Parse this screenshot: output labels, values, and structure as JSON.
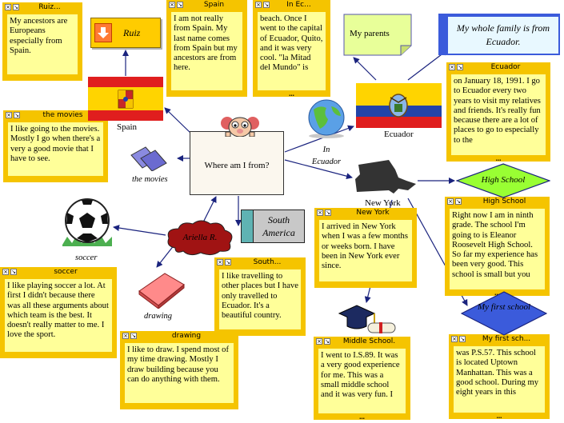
{
  "center": {
    "label": "Where am I from?"
  },
  "topics": {
    "ruiz": "Ruiz",
    "spain": "Spain",
    "ecuador": "Ecuador",
    "in_ecuador": "In Ecuador",
    "my_parents": "My parents",
    "whole_family": "My whole family is from Ecuador.",
    "new_york": "New York",
    "high_school": "High School",
    "the_movies": "the movies",
    "soccer": "soccer",
    "drawing": "drawing",
    "ariella": "Ariella R.",
    "south_america": "South America",
    "my_first_school": "My first school"
  },
  "notes": {
    "ruiz": {
      "title": "Ruiz...",
      "text": "My ancestors are Europeans especially from Spain."
    },
    "spain": {
      "title": "Spain",
      "text": "I am not really from Spain. My last name comes from Spain but my ancestors are from here."
    },
    "in_ecuador": {
      "title": "In Ec...",
      "text": "beach. Once I went to the capital of Ecuador, Quito, and it was very cool. \"la Mitad del Mundo\" is",
      "more": "..."
    },
    "ecuador": {
      "title": "Ecuador",
      "text": "on January 18, 1991. I go to Ecuador every two years to visit my relatives and friends. It's really fun because there are a lot of places to go to especially to the",
      "more": "..."
    },
    "the_movies": {
      "title": "the movies",
      "text": "I like going to the movies. Mostly I go when there's a very a good movie that I have to see."
    },
    "high_school": {
      "title": "High School",
      "text": "Right now I am in ninth grade. The school I'm going to is Eleanor Roosevelt High School. So far my experience has been very good. This school is small but you",
      "more": "..."
    },
    "new_york": {
      "title": "New York",
      "text": "I arrived in New York when I was a few months or weeks born. I have been in New York ever since."
    },
    "south": {
      "title": "South...",
      "text": "I like travelling to other places but I have only travelled to Ecuador. It's a beautiful country."
    },
    "soccer": {
      "title": "soccer",
      "text": "I like playing soccer a lot. At first I didn't because there was all these arguments about which team is the best. It doesn't really matter to me. I love the sport."
    },
    "drawing": {
      "title": "drawing",
      "text": "I like to draw. I spend most of my time drawing. Mostly I draw building because you can do anything with them."
    },
    "middle_school": {
      "title": "Middle School.",
      "text": "I went to I.S.89. It was a very good experience for me. This was a small middle school and it was very fun. I",
      "more": "..."
    },
    "first_school": {
      "title": "My first sch...",
      "text": "was P.S.57. This school is located Uptown Manhattan. This was a good school. During my eight years in this",
      "more": "..."
    }
  },
  "colors": {
    "note_border": "#f5c400",
    "note_fill": "#ffff99",
    "arrow": "#1a237e",
    "ruiz_fill": "#ffcc00",
    "green_fill": "#e8ff99",
    "blue_fill": "#3b5bdb",
    "diamond_fill": "#99ff33",
    "cloud_fill": "#a01313",
    "teal_fill": "#5fb3b3"
  }
}
